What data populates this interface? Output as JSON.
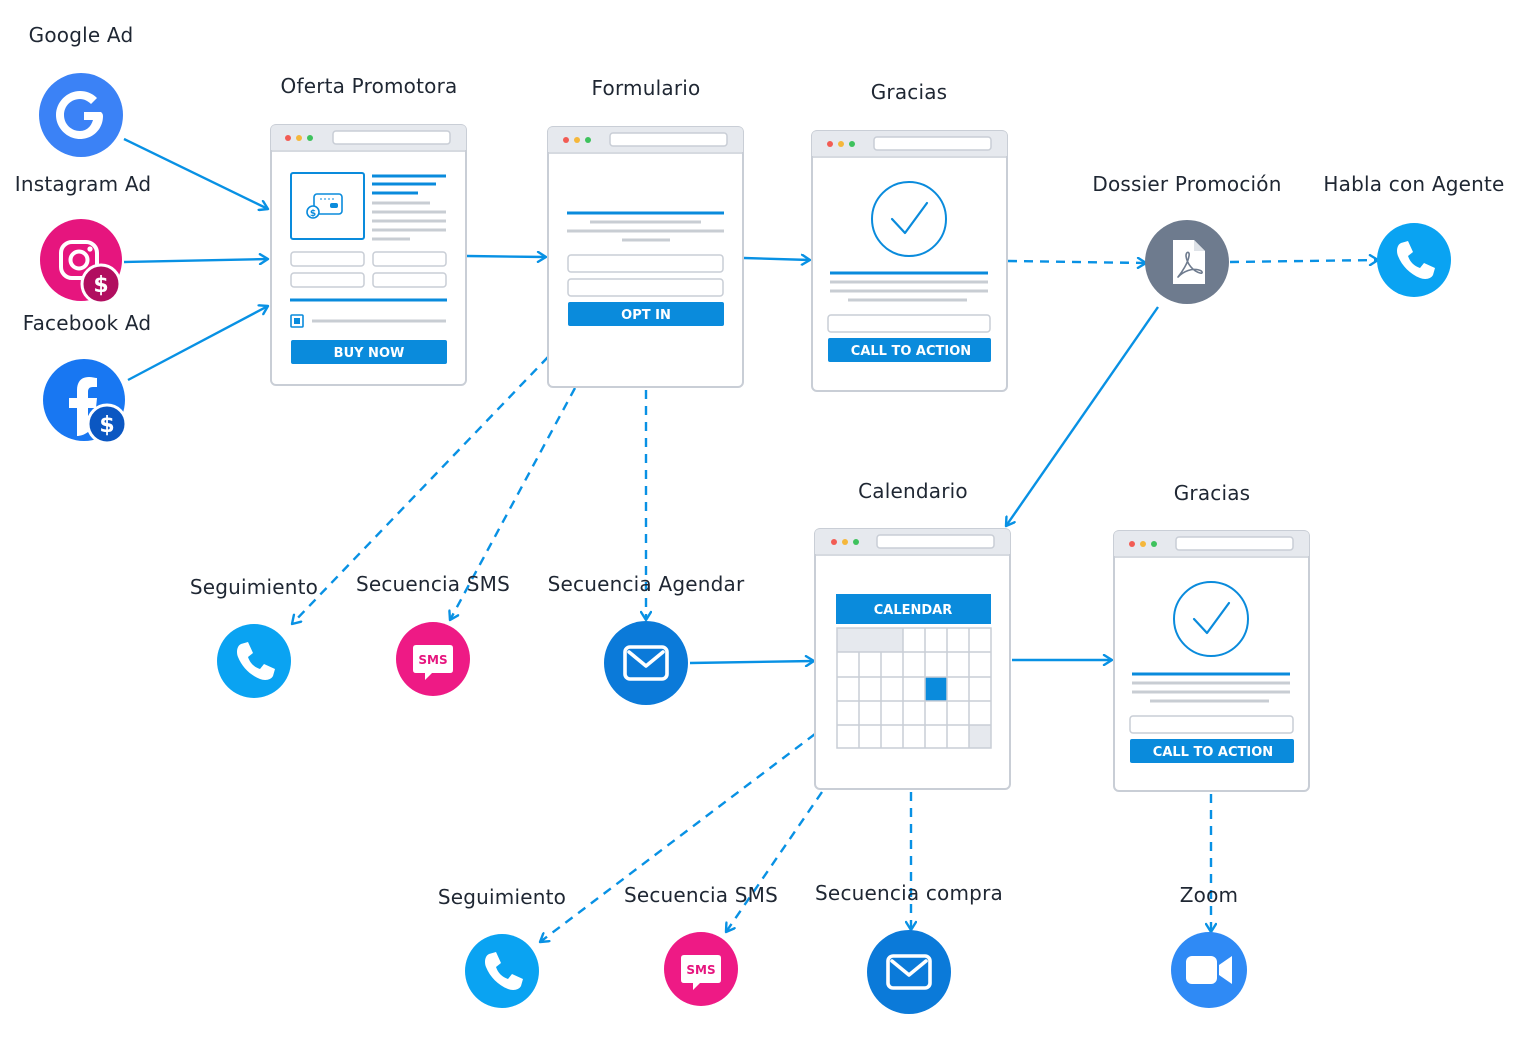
{
  "colors": {
    "accent": "#0891e4",
    "button": "#0a8bdc",
    "page_border": "#c9ced6",
    "page_bar": "#e6e9ee",
    "line_grey": "#c8cdd3",
    "google": "#3b82f6",
    "instagram": "#e6157e",
    "facebook": "#1877f2",
    "phone": "#0aa3f2",
    "sms": "#ee1a85",
    "email": "#0b7ad9",
    "pdf": "#6e7b8e",
    "zoom": "#2f8af5"
  },
  "icons": {
    "google": "google-g-icon",
    "instagram": "instagram-icon",
    "facebook": "facebook-icon",
    "dollar": "dollar-badge-icon",
    "phone": "phone-icon",
    "sms": "sms-bubble-icon",
    "email": "envelope-icon",
    "pdf": "pdf-document-icon",
    "zoom": "video-camera-icon",
    "check": "checkmark-icon"
  },
  "sources": {
    "google": "Google Ad",
    "instagram": "Instagram Ad",
    "facebook": "Facebook Ad"
  },
  "pages": {
    "oferta": {
      "title": "Oferta Promotora",
      "button": "BUY NOW"
    },
    "formulario": {
      "title": "Formulario",
      "button": "OPT IN"
    },
    "gracias1": {
      "title": "Gracias",
      "button": "CALL TO ACTION"
    },
    "calendario": {
      "title": "Calendario",
      "header": "CALENDAR"
    },
    "gracias2": {
      "title": "Gracias",
      "button": "CALL TO ACTION"
    }
  },
  "nodes": {
    "dossier": "Dossier Promoción",
    "agente": "Habla con Agente",
    "seguimiento1": "Seguimiento",
    "sms1": "Secuencia SMS",
    "agendar": "Secuencia Agendar",
    "seguimiento2": "Seguimiento",
    "sms2": "Secuencia SMS",
    "compra": "Secuencia compra",
    "zoom": "Zoom",
    "sms_badge": "SMS"
  }
}
